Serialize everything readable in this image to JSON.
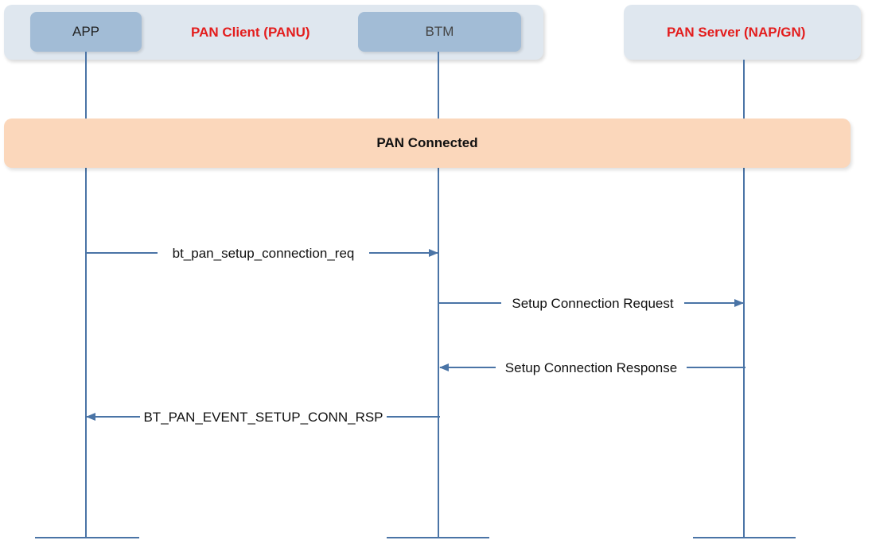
{
  "groups": {
    "client": {
      "title": "PAN Client (PANU)"
    },
    "server": {
      "title": "PAN Server (NAP/GN)"
    }
  },
  "actors": {
    "app": {
      "label": "APP"
    },
    "btm": {
      "label": "BTM"
    }
  },
  "banner": {
    "label": "PAN Connected"
  },
  "messages": [
    {
      "label": "bt_pan_setup_connection_req",
      "from": "APP",
      "to": "BTM"
    },
    {
      "label": "Setup Connection Request",
      "from": "BTM",
      "to": "PAN Server (NAP/GN)"
    },
    {
      "label": "Setup Connection Response",
      "from": "PAN Server (NAP/GN)",
      "to": "BTM"
    },
    {
      "label": "BT_PAN_EVENT_SETUP_CONN_RSP",
      "from": "BTM",
      "to": "APP"
    }
  ],
  "colors": {
    "lifeline": "#4a74a6",
    "group_bg": "#dfe7ef",
    "actor_bg": "#a2bcd6",
    "banner_bg": "#fbd7bb",
    "title_red": "#e31d1d"
  }
}
